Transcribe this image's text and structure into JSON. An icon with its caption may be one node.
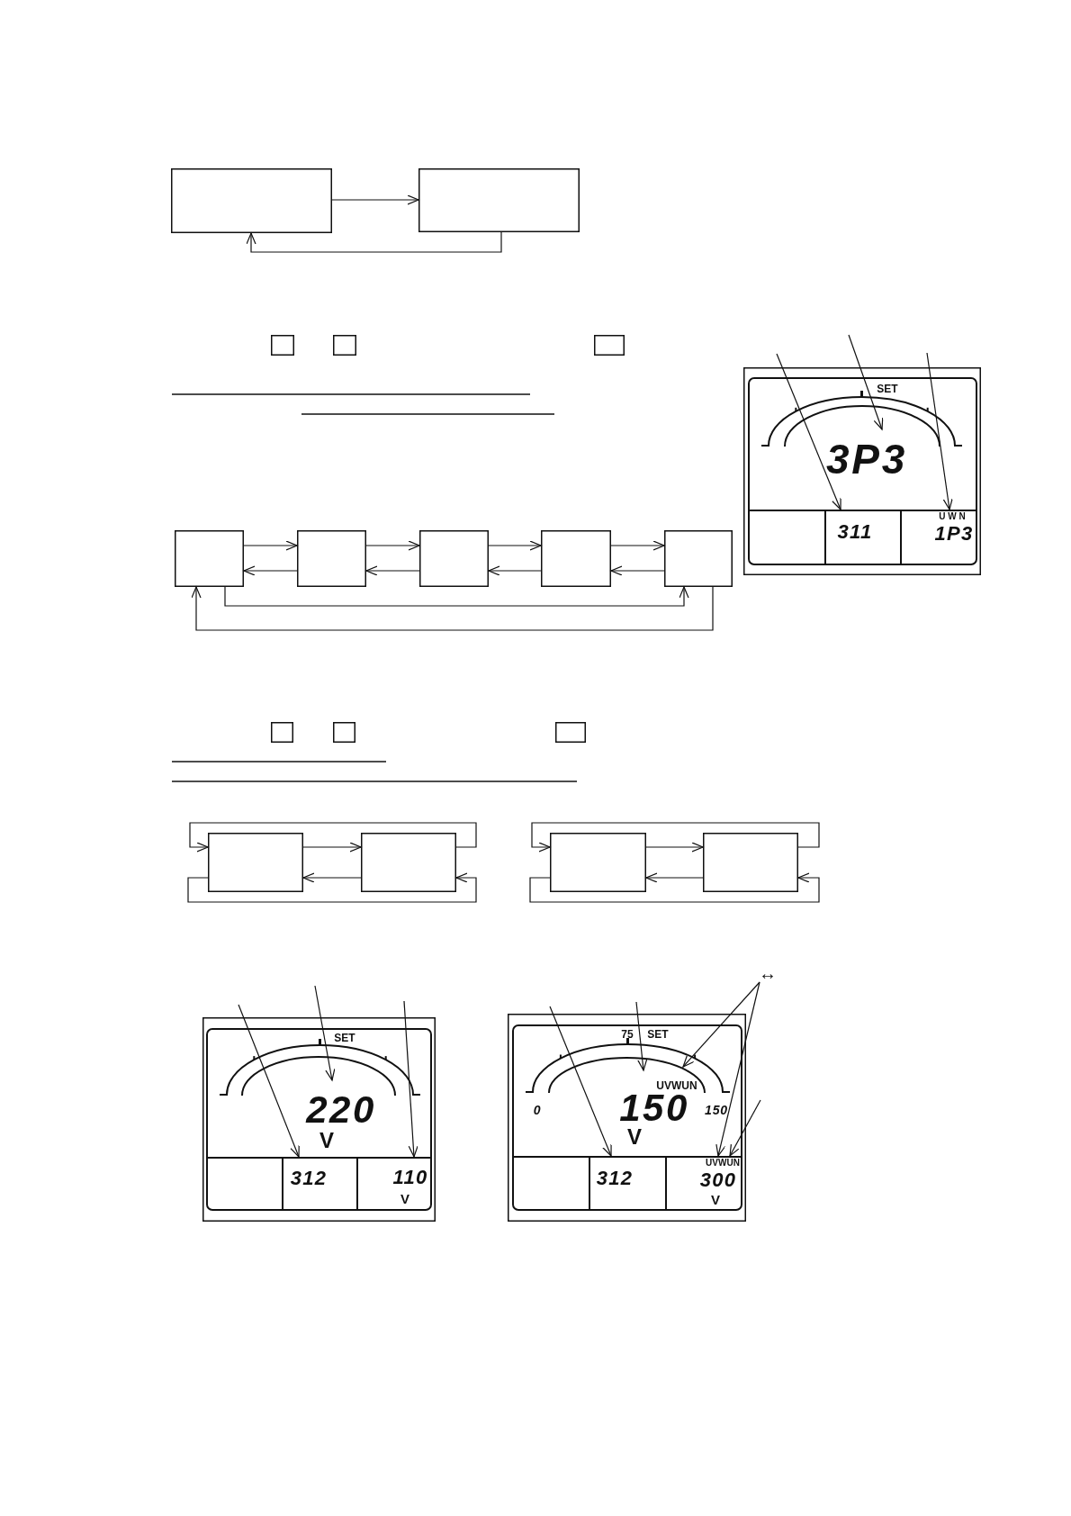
{
  "diagram": {
    "nodes": [
      {
        "text": [],
        "shape": "box"
      },
      {
        "text": [],
        "shape": "box"
      },
      {
        "text": [],
        "shape": "box"
      },
      {
        "text": [],
        "shape": "box"
      },
      {
        "text": [],
        "shape": "box"
      },
      {
        "text": [],
        "shape": "box"
      },
      {
        "text": [
          "SET",
          "3P3"
        ],
        "in": 5
      },
      {
        "text": [],
        "shape": "box",
        "in": 5
      },
      {
        "text": [
          "311"
        ],
        "in": 5
      },
      {
        "text": [
          "U W N",
          "1P3"
        ],
        "in": 5
      },
      {
        "text": [],
        "shape": "box"
      },
      {
        "text": [],
        "shape": "box"
      },
      {
        "text": [],
        "shape": "box"
      },
      {
        "text": [],
        "shape": "box"
      },
      {
        "text": [],
        "shape": "box"
      },
      {
        "text": [],
        "shape": "box"
      },
      {
        "text": [],
        "shape": "box"
      },
      {
        "text": [],
        "shape": "box"
      },
      {
        "text": [],
        "shape": "box"
      },
      {
        "text": [],
        "shape": "box"
      },
      {
        "text": [],
        "shape": "box"
      },
      {
        "text": [],
        "shape": "box"
      },
      {
        "text": [
          "↔"
        ]
      },
      {
        "text": [],
        "shape": "box"
      },
      {
        "text": [
          "SET",
          "220",
          "V"
        ],
        "in": 23
      },
      {
        "text": [],
        "shape": "box",
        "in": 23
      },
      {
        "text": [
          "312"
        ],
        "in": 23
      },
      {
        "text": [
          "110",
          "V"
        ],
        "in": 23
      },
      {
        "text": [],
        "shape": "box"
      },
      {
        "text": [
          "75",
          "SET",
          "UVWUN",
          "0",
          "150",
          "150",
          "V"
        ],
        "in": 28
      },
      {
        "text": [],
        "shape": "box",
        "in": 28
      },
      {
        "text": [
          "312"
        ],
        "in": 28
      },
      {
        "text": [
          "UVWUN",
          "300",
          "V"
        ],
        "in": 28
      }
    ],
    "edges": [
      {
        "from": 0,
        "to": 1,
        "arrow": "to"
      },
      {
        "from": 1,
        "to": 0,
        "arrow": "to"
      },
      {
        "from": 10,
        "to": 11,
        "arrow": "to"
      },
      {
        "from": 11,
        "to": 10,
        "arrow": "to"
      },
      {
        "from": 11,
        "to": 12,
        "arrow": "to"
      },
      {
        "from": 12,
        "to": 11,
        "arrow": "to"
      },
      {
        "from": 12,
        "to": 13,
        "arrow": "to"
      },
      {
        "from": 13,
        "to": 12,
        "arrow": "to"
      },
      {
        "from": 13,
        "to": 14,
        "arrow": "to"
      },
      {
        "from": 14,
        "to": 13,
        "arrow": "to"
      },
      {
        "from": 10,
        "to": 14,
        "arrow": "to"
      },
      {
        "from": 14,
        "to": 10,
        "arrow": "to"
      },
      {
        "from": 18,
        "to": 19,
        "arrow": "to"
      },
      {
        "from": 19,
        "to": 18,
        "arrow": "to"
      },
      {
        "from": 19,
        "to": 18,
        "arrow": "to"
      },
      {
        "from": 18,
        "to": 19,
        "arrow": "to"
      },
      {
        "from": 20,
        "to": 21,
        "arrow": "to"
      },
      {
        "from": 21,
        "to": 20,
        "arrow": "to"
      },
      {
        "from": 21,
        "to": 20,
        "arrow": "to"
      },
      {
        "from": 20,
        "to": 21,
        "arrow": "to"
      },
      {
        "from": null,
        "to": 8,
        "arrow": "to"
      },
      {
        "from": null,
        "to": 6,
        "arrow": "to"
      },
      {
        "from": null,
        "to": 9,
        "arrow": "to"
      },
      {
        "from": null,
        "to": 26,
        "arrow": "to"
      },
      {
        "from": null,
        "to": 24,
        "arrow": "to"
      },
      {
        "from": null,
        "to": 27,
        "arrow": "to"
      },
      {
        "from": null,
        "to": 31,
        "arrow": "to"
      },
      {
        "from": null,
        "to": 29,
        "arrow": "to"
      },
      {
        "from": 22,
        "to": 29,
        "arrow": "to"
      },
      {
        "from": 22,
        "to": 32,
        "arrow": "to"
      },
      {
        "from": null,
        "to": 32,
        "arrow": "to"
      }
    ]
  }
}
